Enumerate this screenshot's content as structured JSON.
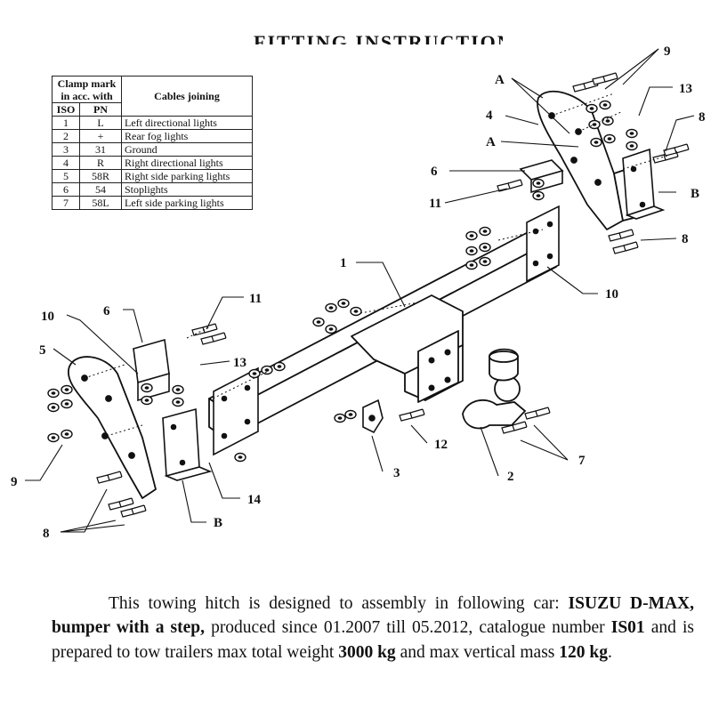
{
  "heading": "FITTING INSTRUCTION",
  "clamp_table": {
    "header_group": "Clamp mark in acc. with",
    "header_iso": "ISO",
    "header_pn": "PN",
    "header_cables": "Cables joining",
    "rows": [
      {
        "iso": "1",
        "pn": "L",
        "cable": "Left directional lights"
      },
      {
        "iso": "2",
        "pn": "+",
        "cable": "Rear fog lights"
      },
      {
        "iso": "3",
        "pn": "31",
        "cable": "Ground"
      },
      {
        "iso": "4",
        "pn": "R",
        "cable": "Right directional lights"
      },
      {
        "iso": "5",
        "pn": "58R",
        "cable": "Right side parking lights"
      },
      {
        "iso": "6",
        "pn": "54",
        "cable": "Stoplights"
      },
      {
        "iso": "7",
        "pn": "58L",
        "cable": "Left side parking lights"
      }
    ]
  },
  "callouts": {
    "n1": "1",
    "n2": "2",
    "n3": "3",
    "n4": "4",
    "n5": "5",
    "n6a": "6",
    "n6b": "6",
    "n7": "7",
    "n8a": "8",
    "n8b": "8",
    "n8c": "8",
    "n9a": "9",
    "n9b": "9",
    "n10a": "10",
    "n10b": "10",
    "n11a": "11",
    "n11b": "11",
    "n12": "12",
    "n13a": "13",
    "n13b": "13",
    "n14": "14",
    "la1": "A",
    "la2": "A",
    "lb1": "B",
    "lb2": "B"
  },
  "description": {
    "p1": "This towing hitch is designed to assembly in following car:",
    "car": "ISUZU D-MAX, bumper with a step,",
    "p2": " produced since 01.2007 till 05.2012, catalogue number ",
    "catalogue": "IS01",
    "p3": " and is prepared to tow trailers max total weight ",
    "max_weight": "3000 kg",
    "p4": " and max vertical mass ",
    "vertical_mass": "120 kg",
    "p5": "."
  }
}
